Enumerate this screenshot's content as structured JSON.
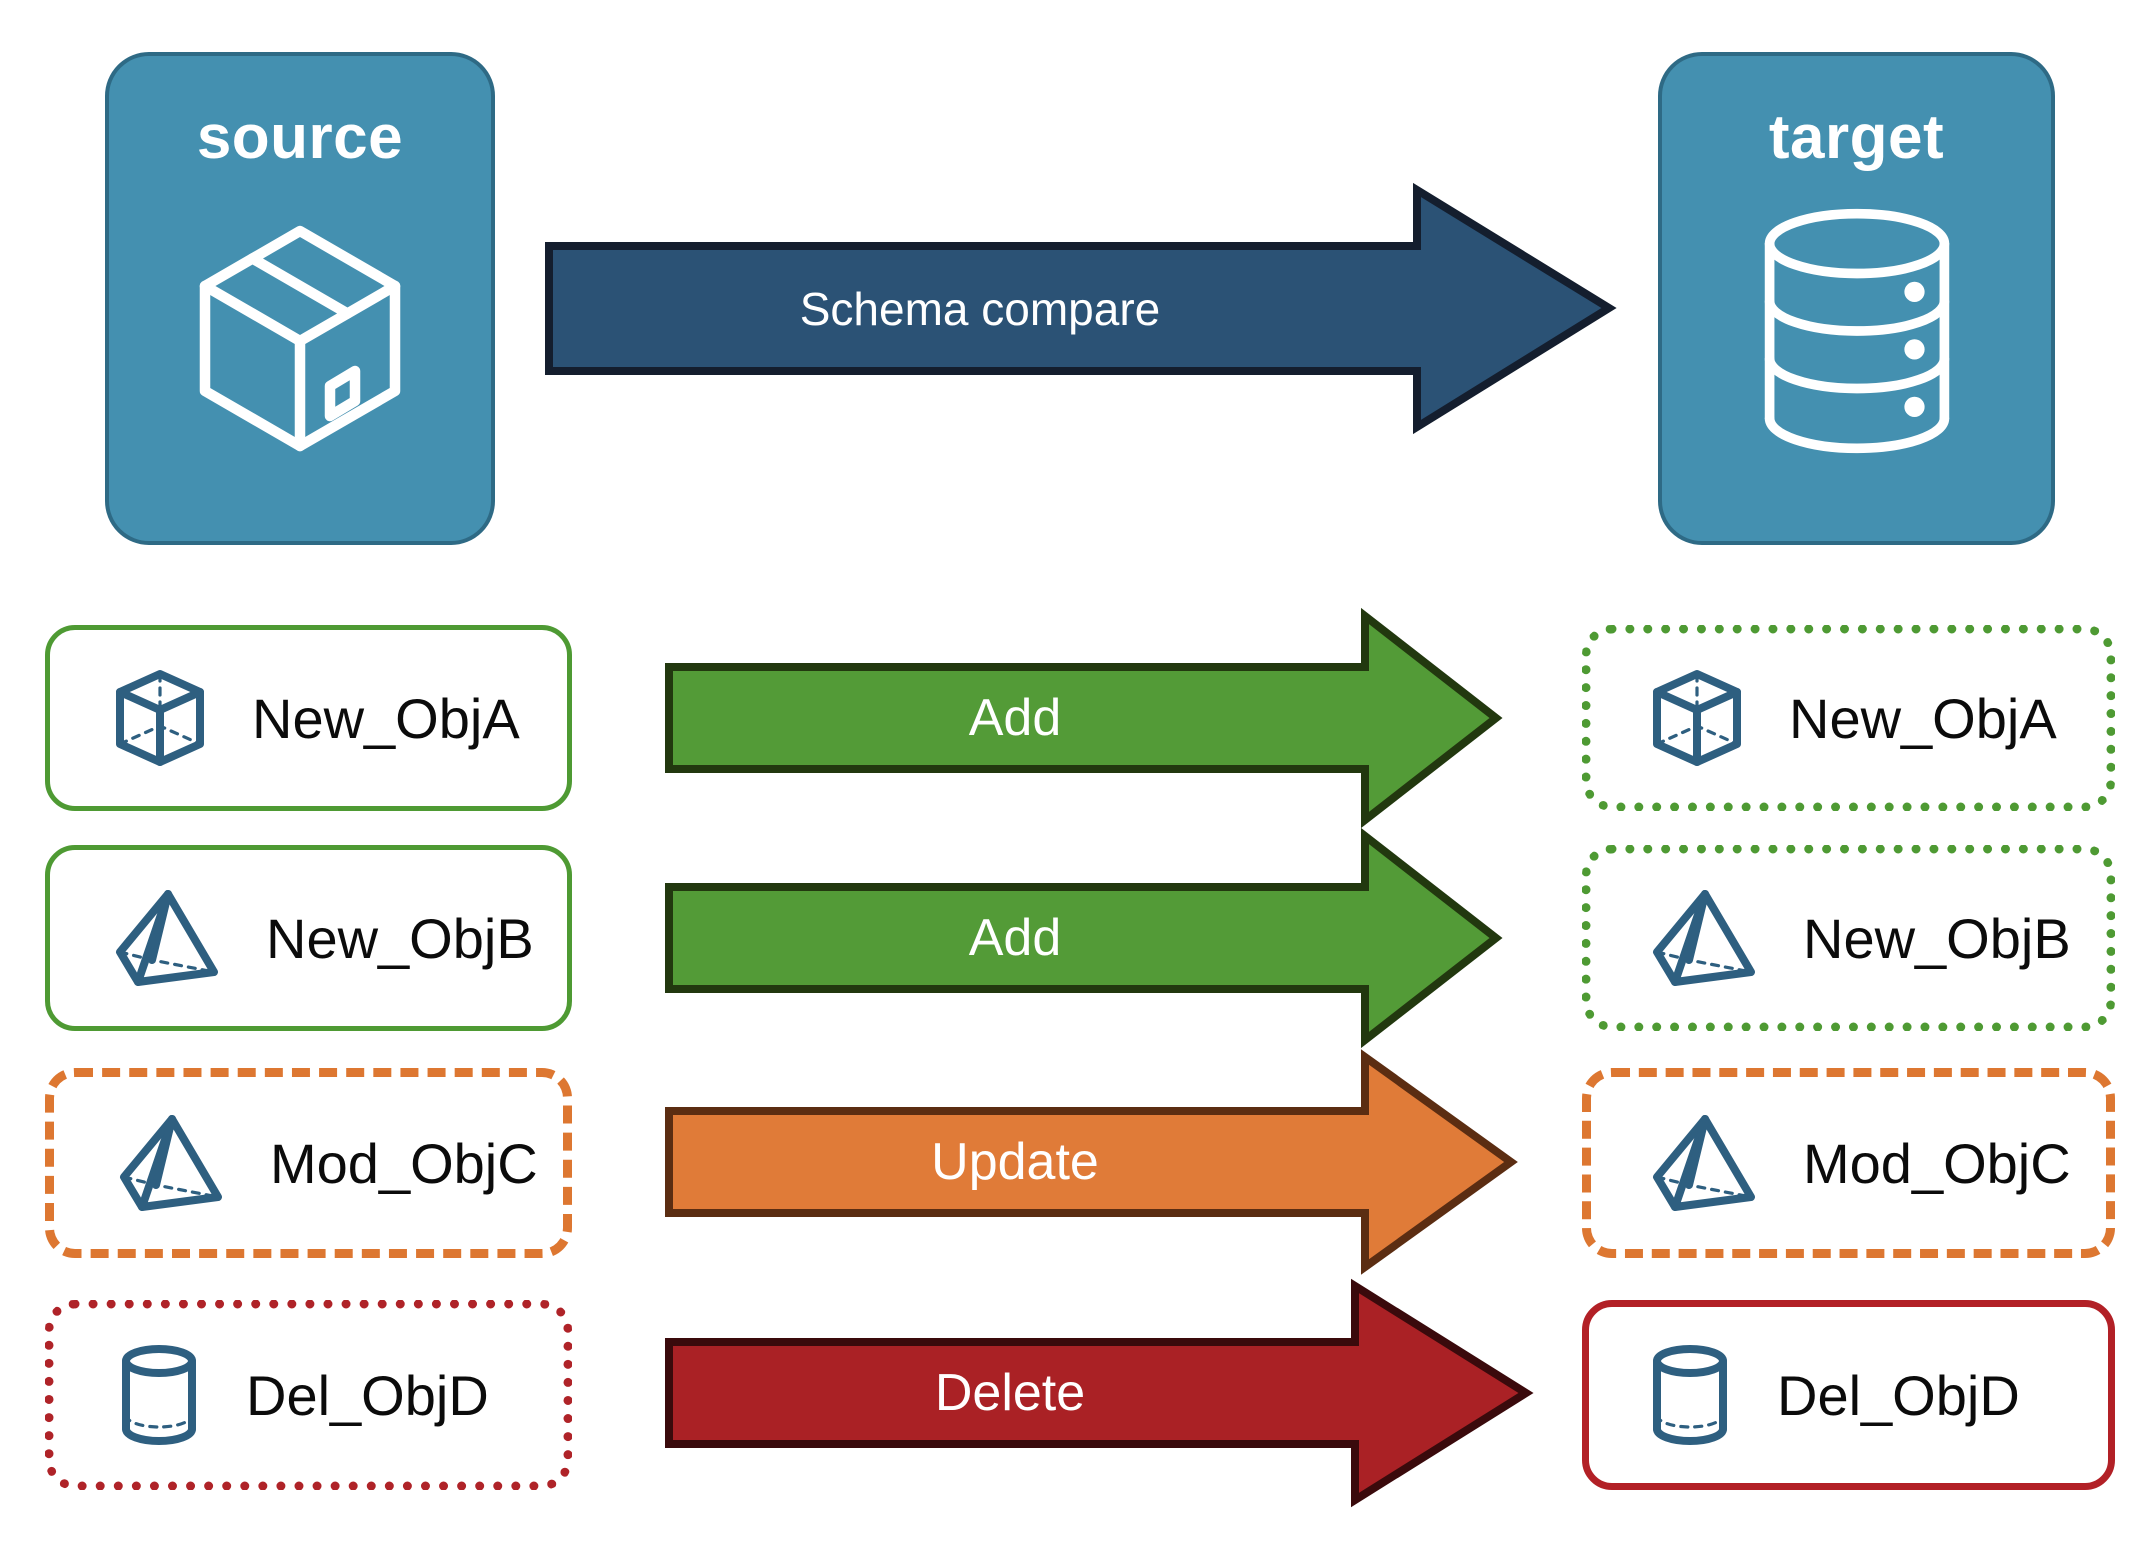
{
  "diagram": {
    "title_source": "source",
    "title_target": "target",
    "main_flow": {
      "label": "Schema compare",
      "fill": "#2B5275",
      "stroke": "#141E2E",
      "icon_left": "package-box-icon",
      "icon_right": "database-cylinder-icon"
    },
    "panel_fill": "#4490B0",
    "panel_stroke": "#2E6A85",
    "object_icon_color": "#2E5F80",
    "rows": [
      {
        "source": {
          "label": "New_ObjA",
          "icon": "cube-wireframe-icon",
          "border_style": "solid",
          "border_color": "#4E9A33"
        },
        "operation": {
          "label": "Add",
          "fill": "#539B37",
          "stroke": "#22380F"
        },
        "target": {
          "label": "New_ObjA",
          "icon": "cube-wireframe-icon",
          "border_style": "dotted",
          "border_color": "#4E9A33"
        }
      },
      {
        "source": {
          "label": "New_ObjB",
          "icon": "pyramid-wireframe-icon",
          "border_style": "solid",
          "border_color": "#4E9A33"
        },
        "operation": {
          "label": "Add",
          "fill": "#539B37",
          "stroke": "#22380F"
        },
        "target": {
          "label": "New_ObjB",
          "icon": "pyramid-wireframe-icon",
          "border_style": "dotted",
          "border_color": "#4E9A33"
        }
      },
      {
        "source": {
          "label": "Mod_ObjC",
          "icon": "pyramid-wireframe-icon",
          "border_style": "dashed",
          "border_color": "#DD7731"
        },
        "operation": {
          "label": "Update",
          "fill": "#E07B38",
          "stroke": "#5B2D12"
        },
        "target": {
          "label": "Mod_ObjC",
          "icon": "pyramid-wireframe-icon",
          "border_style": "dashed",
          "border_color": "#DD7731"
        }
      },
      {
        "source": {
          "label": "Del_ObjD",
          "icon": "cylinder-wireframe-icon",
          "border_style": "dotted",
          "border_color": "#AF2328"
        },
        "operation": {
          "label": "Delete",
          "fill": "#AA2125",
          "stroke": "#3A0A0C"
        },
        "target": {
          "label": "Del_ObjD",
          "icon": "cylinder-wireframe-icon",
          "border_style": "solid",
          "border_color": "#B22026"
        }
      }
    ]
  }
}
